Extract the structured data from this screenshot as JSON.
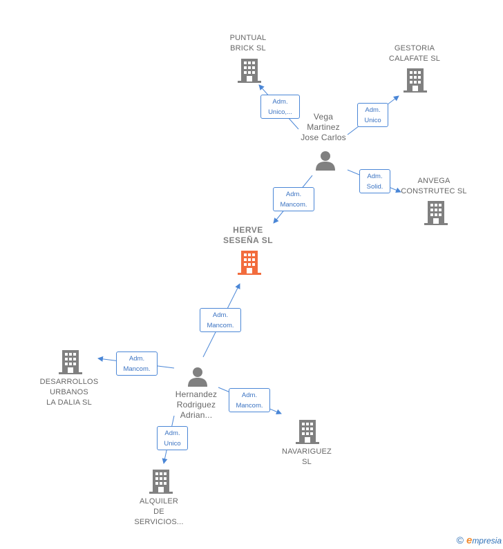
{
  "colors": {
    "building": "#808080",
    "building_main": "#f26c3d",
    "person": "#808080",
    "edge": "#4a86d6",
    "brand_e": "#f28a2e",
    "brand_text": "#2d6fb6"
  },
  "nodes": {
    "puntual": {
      "label": "PUNTUAL\nBRICK SL",
      "icon": "building-icon"
    },
    "gestoria": {
      "label": "GESTORIA\nCALAFATE  SL",
      "icon": "building-icon"
    },
    "vega": {
      "label": "Vega\nMartinez\nJose Carlos",
      "icon": "person-icon"
    },
    "anvega": {
      "label": "ANVEGA\nCONSTRUTEC SL",
      "icon": "building-icon"
    },
    "herve": {
      "label": "HERVE\nSESEÑA  SL",
      "icon": "building-icon"
    },
    "desarrollos": {
      "label": "DESARROLLOS\nURBANOS\nLA DALIA  SL",
      "icon": "building-icon"
    },
    "hernandez": {
      "label": "Hernandez\nRodriguez\nAdrian...",
      "icon": "person-icon"
    },
    "navariguez": {
      "label": "NAVARIGUEZ\nSL",
      "icon": "building-icon"
    },
    "alquiler": {
      "label": "ALQUILER\nDE\nSERVICIOS...",
      "icon": "building-icon"
    }
  },
  "relations": {
    "vega_puntual": "Adm.\nUnico,...",
    "vega_gestoria": "Adm.\nUnico",
    "vega_anvega": "Adm.\nSolid.",
    "vega_herve": "Adm.\nMancom.",
    "hernandez_herve": "Adm.\nMancom.",
    "hernandez_desarrollos": "Adm.\nMancom.",
    "hernandez_navariguez": "Adm.\nMancom.",
    "hernandez_alquiler": "Adm.\nUnico"
  },
  "footer": {
    "copyright": "©",
    "brand_e": "e",
    "brand_rest": "mpresia"
  }
}
